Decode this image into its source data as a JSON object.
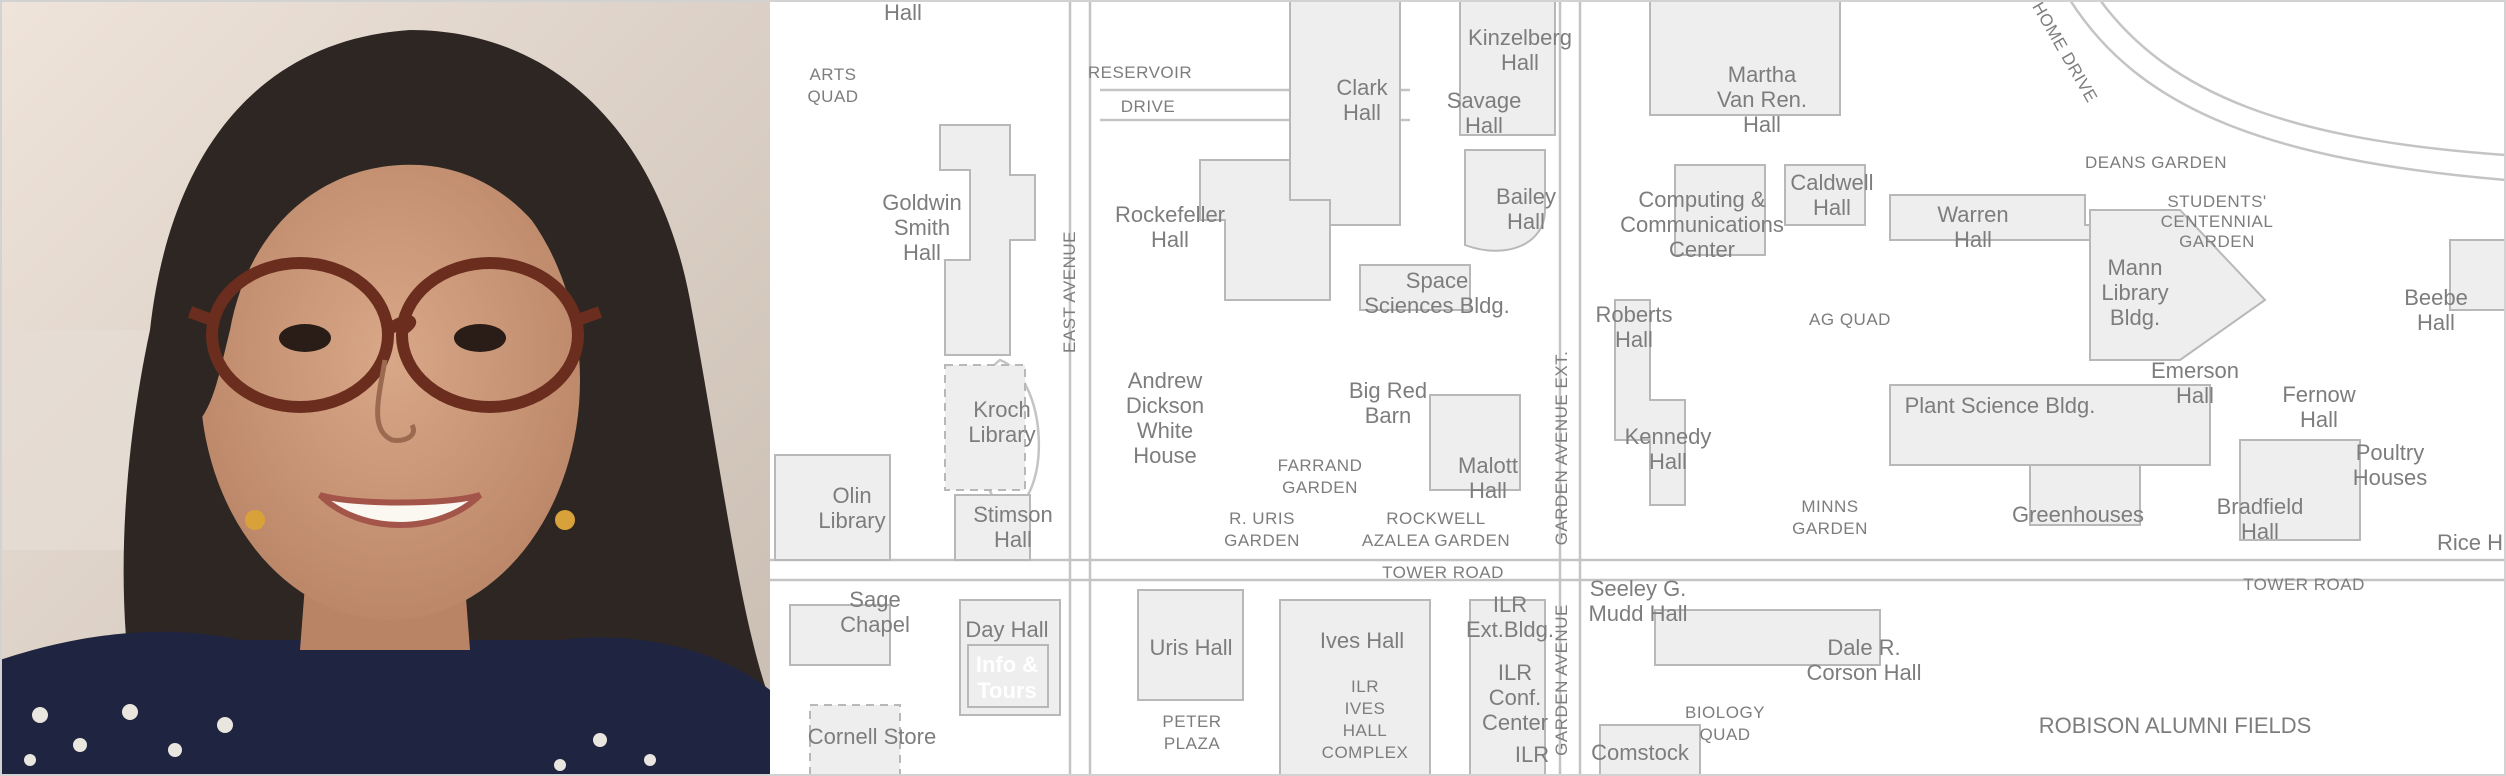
{
  "map": {
    "labels": {
      "arts_quad": [
        "ARTS",
        "QUAD"
      ],
      "hall_top": "Hall",
      "reservoir": "RESERVOIR",
      "drive": "DRIVE",
      "clark_hall": [
        "Clark",
        "Hall"
      ],
      "kinzelberg_hall": [
        "Kinzelberg",
        "Hall"
      ],
      "savage_hall": [
        "Savage",
        "Hall"
      ],
      "martha_van_ren_hall": [
        "Martha",
        "Van Ren.",
        "Hall"
      ],
      "home_drive": "HOME DRIVE",
      "deans_garden": "DEANS GARDEN",
      "goldwin_smith_hall": [
        "Goldwin",
        "Smith",
        "Hall"
      ],
      "rockefeller_hall": [
        "Rockefeller",
        "Hall"
      ],
      "bailey_hall": [
        "Bailey",
        "Hall"
      ],
      "computing_center": [
        "Computing &",
        "Communications",
        "Center"
      ],
      "caldwell_hall": [
        "Caldwell",
        "Hall"
      ],
      "warren_hall": [
        "Warren",
        "Hall"
      ],
      "students_centennial_garden": [
        "STUDENTS'",
        "CENTENNIAL",
        "GARDEN"
      ],
      "east_avenue": "EAST AVENUE",
      "space_sciences": [
        "Space",
        "Sciences Bldg."
      ],
      "mann_library": [
        "Mann",
        "Library",
        "Bldg."
      ],
      "beebe_hall": [
        "Beebe",
        "Hall"
      ],
      "roberts_hall": [
        "Roberts",
        "Hall"
      ],
      "ag_quad": "AG QUAD",
      "andrew_dickson_white_house": [
        "Andrew",
        "Dickson",
        "White",
        "House"
      ],
      "kroch_library": [
        "Kroch",
        "Library"
      ],
      "big_red_barn": [
        "Big Red",
        "Barn"
      ],
      "garden_avenue_ext": "GARDEN AVENUE EXT.",
      "emerson_hall": [
        "Emerson",
        "Hall"
      ],
      "fernow_hall": [
        "Fernow",
        "Hall"
      ],
      "plant_science": "Plant Science Bldg.",
      "kennedy_hall": [
        "Kennedy",
        "Hall"
      ],
      "farrand_garden": [
        "FARRAND",
        "GARDEN"
      ],
      "malott_hall": [
        "Malott",
        "Hall"
      ],
      "poultry_houses": [
        "Poultry",
        "Houses"
      ],
      "olin_library": [
        "Olin",
        "Library"
      ],
      "stimson_hall": [
        "Stimson",
        "Hall"
      ],
      "r_uris_garden": [
        "R. URIS",
        "GARDEN"
      ],
      "rockwell_azalea_garden": [
        "ROCKWELL",
        "AZALEA GARDEN"
      ],
      "minns_garden": [
        "MINNS",
        "GARDEN"
      ],
      "greenhouses": "Greenhouses",
      "bradfield_hall": [
        "Bradfield",
        "Hall"
      ],
      "rice_hall": "Rice H",
      "tower_road_left": "TOWER ROAD",
      "tower_road_right": "TOWER ROAD",
      "sage_chapel": [
        "Sage",
        "Chapel"
      ],
      "day_hall": "Day Hall",
      "info_tours": [
        "Info &",
        "Tours"
      ],
      "uris_hall": "Uris Hall",
      "ives_hall": "Ives Hall",
      "ilr_ext_bldg": [
        "ILR",
        "Ext.Bldg."
      ],
      "seeley_mudd_hall": [
        "Seeley G.",
        "Mudd Hall"
      ],
      "dale_corson_hall": [
        "Dale R.",
        "Corson Hall"
      ],
      "ilr_ives_hall_complex": [
        "ILR",
        "IVES",
        "HALL",
        "COMPLEX"
      ],
      "ilr_conf_center": [
        "ILR",
        "Conf.",
        "Center"
      ],
      "garden_avenue": "GARDEN AVENUE",
      "biology_quad": [
        "BIOLOGY",
        "QUAD"
      ],
      "robison_alumni_fields": "ROBISON ALUMNI FIELDS",
      "cornell_store": "Cornell Store",
      "peter_plaza": [
        "PETER",
        "PLAZA"
      ],
      "ilr_bottom": "ILR",
      "comstock": "Comstock"
    }
  },
  "colors": {
    "map_background": "#ffffff",
    "building_fill": "#eeeeee",
    "building_stroke": "#b8b8b8",
    "label": "#7d7d7d",
    "photo_background": "#d9cfc4"
  }
}
